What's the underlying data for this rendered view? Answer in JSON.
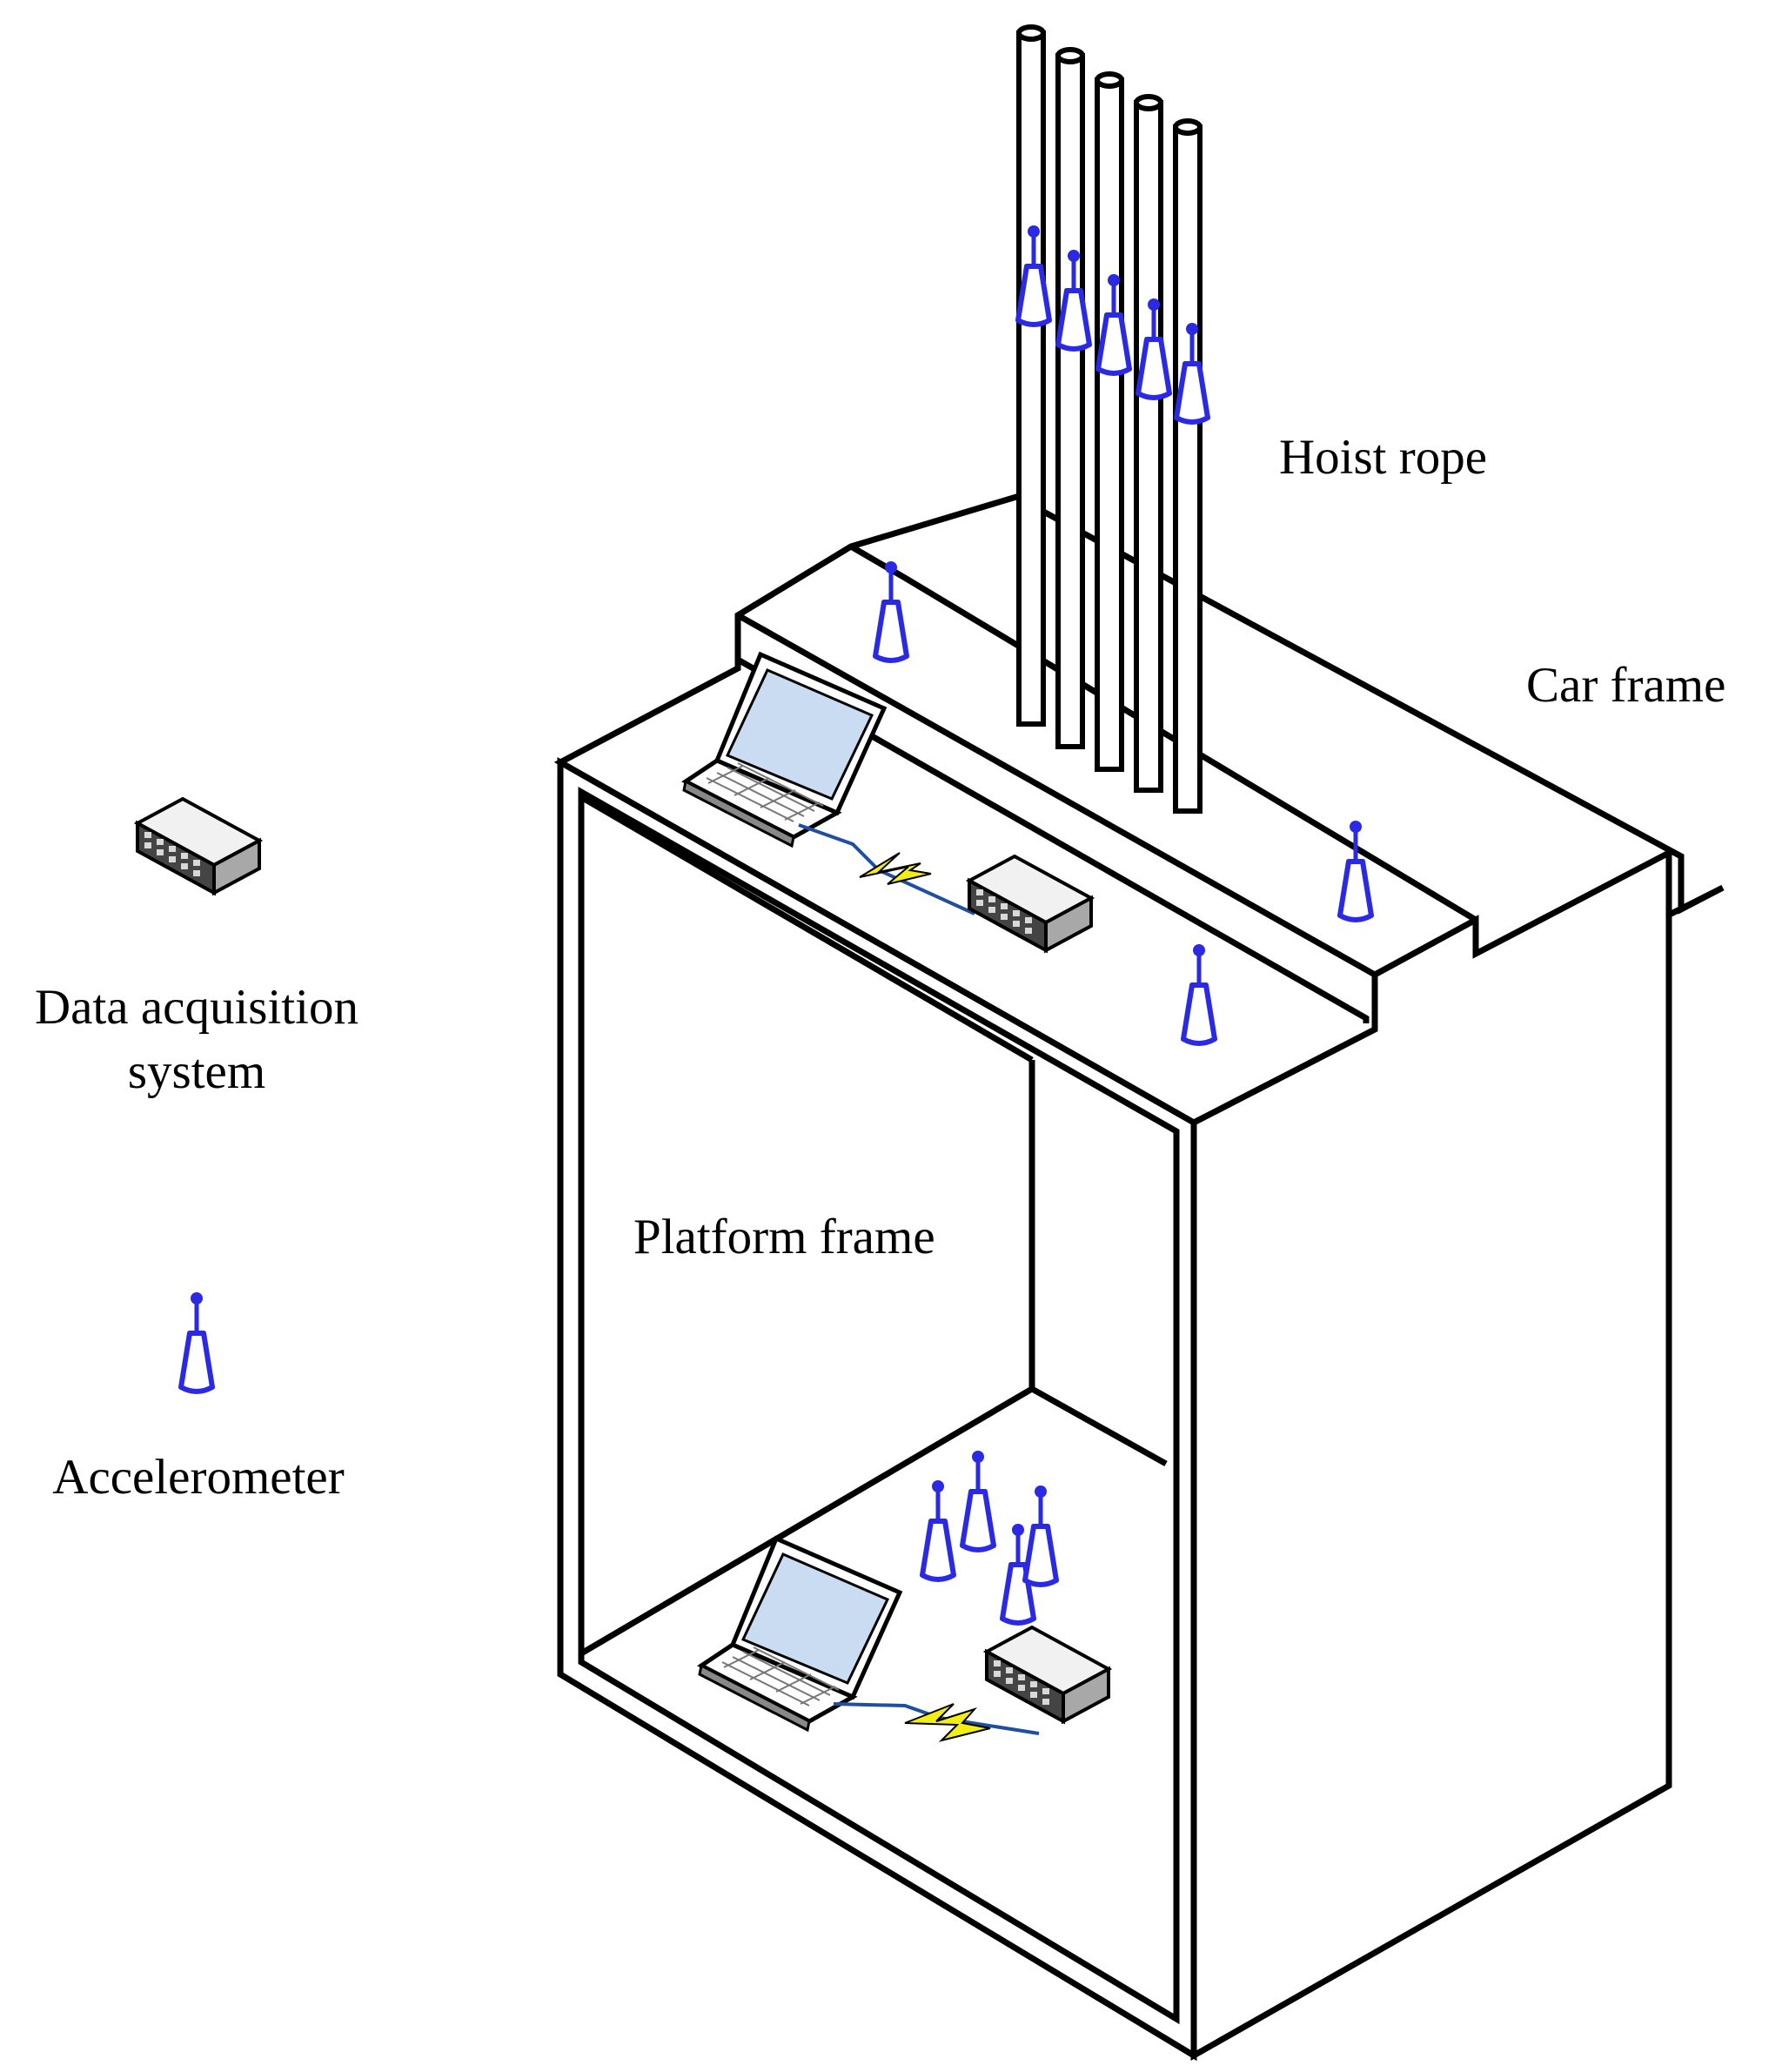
{
  "labels": {
    "hoist_rope": "Hoist rope",
    "car_frame": "Car frame",
    "platform_frame": "Platform frame",
    "daq_line1": "Data acquisition",
    "daq_line2": "system",
    "accelerometer": "Accelerometer"
  },
  "colors": {
    "line": "#000000",
    "accelerometer": "#2a2ae6",
    "wireless_link": "#f2ee14",
    "wire": "#1f4fa0",
    "screen": "#c9dcf2"
  },
  "icons": {
    "accelerometer": "antenna-icon",
    "daq": "daq-box-icon",
    "laptop": "laptop-icon",
    "wireless": "lightning-link-icon"
  },
  "counts": {
    "hoist_ropes": 5,
    "accelerometers": 13,
    "laptops": 2,
    "daq_units": 3
  }
}
